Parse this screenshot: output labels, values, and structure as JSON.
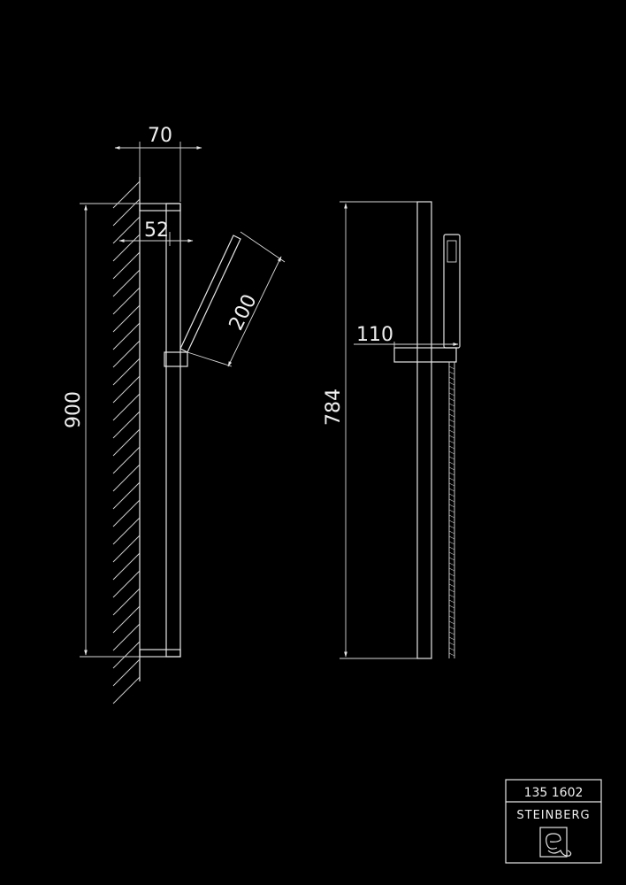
{
  "dimensions": {
    "width_total": "70",
    "width_bar": "52",
    "handshower_length": "200",
    "height_total": "900",
    "height_bar": "784",
    "bracket_projection": "110"
  },
  "title_block": {
    "code": "135 1602",
    "brand": "STEINBERG"
  },
  "colors": {
    "background": "#000000",
    "line": "#e6e6e6"
  }
}
